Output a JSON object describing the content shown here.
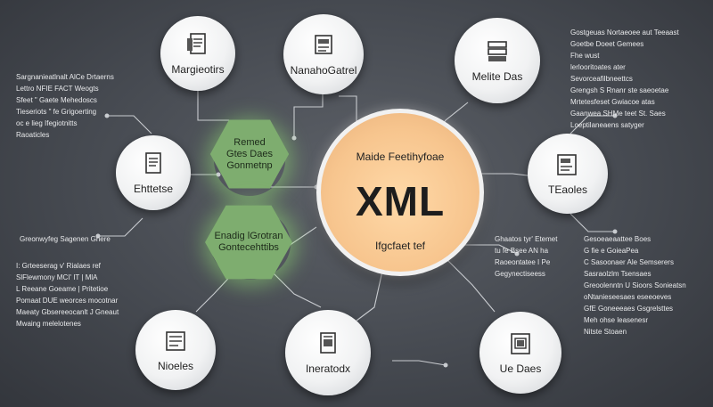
{
  "center": {
    "top_text": "Maide Feetihyfoae",
    "title": "XML",
    "bottom_text": "Ifgcfaet tef"
  },
  "nodes": [
    {
      "label": "Margieotirs",
      "icon": "document-icon"
    },
    {
      "label": "NanahoGatrel",
      "icon": "document-icon"
    },
    {
      "label": "Melite Das",
      "icon": "database-icon"
    },
    {
      "label": "Ehttetse",
      "icon": "document-icon"
    },
    {
      "label": "TEaoles",
      "icon": "document-icon"
    },
    {
      "label": "Nioeles",
      "icon": "document-icon"
    },
    {
      "label": "Ineratodx",
      "icon": "document-icon"
    },
    {
      "label": "Ue Daes",
      "icon": "document-icon"
    }
  ],
  "hexes": [
    {
      "lines": [
        "Remed",
        "Gtes Daes",
        "Gonmetnp"
      ]
    },
    {
      "lines": [
        "Enadig lGrotran",
        "Gontecehttibs"
      ]
    }
  ],
  "text_blocks": {
    "top_left": [
      "Sargnanieatlnalt AlCe Drtaerns",
      "Lettro NFIE FACT Weogts",
      "Sfeet \" Gaete Mehedoscs",
      "Tieseriots \" fe Grigoerting",
      "oc e lieg Ifegiotnitts",
      "Raoaticles"
    ],
    "top_right": [
      "Gostgeuas Nortaeoee aut Teeaast",
      "Goetbe Doeet Gemees",
      "Fhe wust",
      "lerlooritoates ater",
      "Sevorceafilbneettcs",
      "Grengsh S Rnanr ste saeoetae",
      "Mrtetesfeset Gwiacoe atas",
      "Gaanwea SHMe teet St. Saes",
      "Loeptilaneaens satyger"
    ],
    "mid_left": [
      "Greonwyfeg Sagenen Gnere"
    ],
    "bottom_left": [
      "I: Grteeserag v' Rialaes ref",
      "SlFlewmony MCI' IT | MlA",
      "L Reeane Goeame | Pritetioe",
      "Pomaat DUE weorces mocotnar",
      "Maeaty Gbsereeocanlt J Gneaut",
      "Mwaing melelotenes"
    ],
    "mid_right_a": [
      "Ghaatos tyr' Etemet",
      "tu fe Bsee AN ha",
      "Raoeontatee I Pe",
      "Gegynectiseess"
    ],
    "mid_right_b": [
      "Gesoeaeaattee Boes",
      "G fie e GoieaPea",
      "C Sasoonaer Ale Semserers",
      "Sasraolzlm Tsensaes",
      "Greoolenntn U Sioors Sonieatsn",
      "oNtanieseesaes eseeoeves",
      "GfE Goneeeaes Gsgrelsttes",
      "Meh ohse leasenesr",
      "Nitste Stoaen"
    ]
  },
  "colors": {
    "background": "#464a51",
    "accent_green": "#7ead6f",
    "center_orange": "#f7c58e",
    "node_white": "#f1f2f3"
  }
}
